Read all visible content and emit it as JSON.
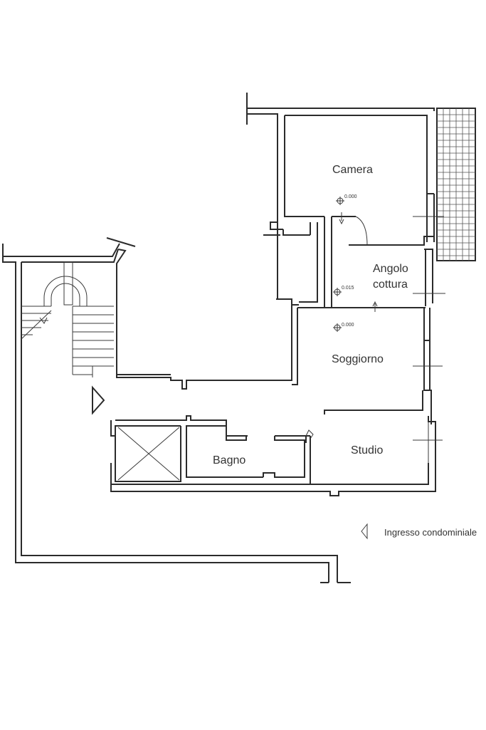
{
  "rooms": {
    "camera": "Camera",
    "angolo_line1": "Angolo",
    "angolo_line2": "cottura",
    "soggiorno": "Soggiorno",
    "studio": "Studio",
    "bagno": "Bagno"
  },
  "levels": {
    "camera": "0.000",
    "angolo": "0.015",
    "soggiorno": "0.000"
  },
  "entrance": {
    "label": "Ingresso condominiale"
  }
}
